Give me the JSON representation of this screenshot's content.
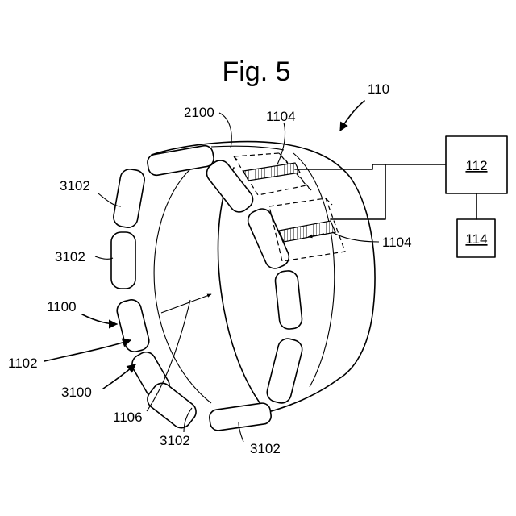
{
  "figure": {
    "title": "Fig. 5",
    "labels": {
      "ref_110": "110",
      "ref_2100": "2100",
      "ref_1104_top": "1104",
      "ref_1104_mid": "1104",
      "ref_112": "112",
      "ref_114": "114",
      "ref_3102_a": "3102",
      "ref_3102_b": "3102",
      "ref_1100": "1100",
      "ref_1102": "1102",
      "ref_3100": "3100",
      "ref_1106": "1106",
      "ref_3102_c": "3102",
      "ref_3102_d": "3102"
    }
  }
}
